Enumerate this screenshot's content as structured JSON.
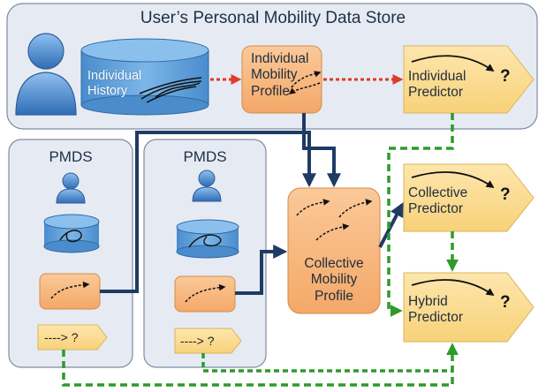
{
  "store": {
    "title": "User’s Personal Mobility Data Store",
    "history_label": "Individual\nHistory",
    "profile_label": "Individual\nMobility\nProfile",
    "predictor_label": "Individual\nPredictor"
  },
  "pmds_boxes": [
    {
      "title": "PMDS",
      "predictor_text": "----> ?"
    },
    {
      "title": "PMDS",
      "predictor_text": "----> ?"
    }
  ],
  "collective_profile_label": "Collective\nMobility\nProfile",
  "collective_predictor_label": "Collective\nPredictor",
  "hybrid_predictor_label": "Hybrid\nPredictor",
  "question_mark": "?",
  "colors": {
    "panel_fill": "#e6ebf3",
    "panel_stroke": "#7d8ba0",
    "person_blue": "#4a86c8",
    "cylinder_blue": "#5a9bd5",
    "profile_orange": "#f8b77f",
    "predictor_yellow": "#fbdb8f",
    "navy_arrow": "#1f3b64",
    "red_dotted": "#e03a2a",
    "green_dashed": "#2e9a2a"
  }
}
